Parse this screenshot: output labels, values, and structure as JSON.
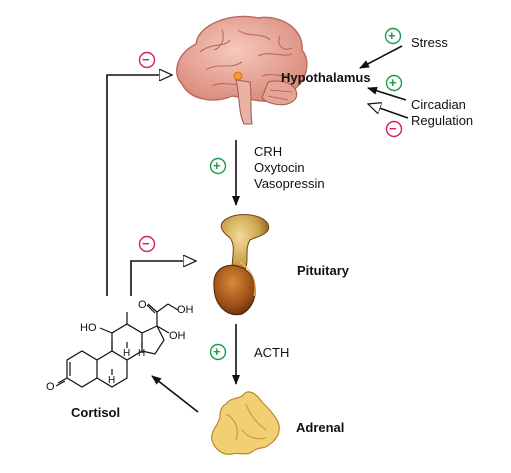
{
  "labels": {
    "hypothalamus": "Hypothalamus",
    "pituitary": "Pituitary",
    "adrenal": "Adrenal",
    "cortisol": "Cortisol",
    "stress": "Stress",
    "circadian_line1": "Circadian",
    "circadian_line2": "Regulation",
    "crh": "CRH",
    "oxytocin": "Oxytocin",
    "vasopressin": "Vasopressin",
    "acth": "ACTH"
  },
  "molecule_labels": {
    "ho": "HO",
    "oh_top": "OH",
    "oh_side": "OH",
    "h1": "H",
    "h2": "H",
    "h3": "H",
    "o_ketone": "O",
    "o_side": "O"
  },
  "signs": {
    "plus": "+",
    "minus": "−"
  },
  "colors": {
    "plus": "#1a9a4a",
    "minus": "#d6204f",
    "brain": "#e9a99c",
    "brain_dark": "#b86a5f",
    "gland": "#c9a24a",
    "gland_dark": "#8a5a1e",
    "adrenal": "#f2cf73"
  }
}
